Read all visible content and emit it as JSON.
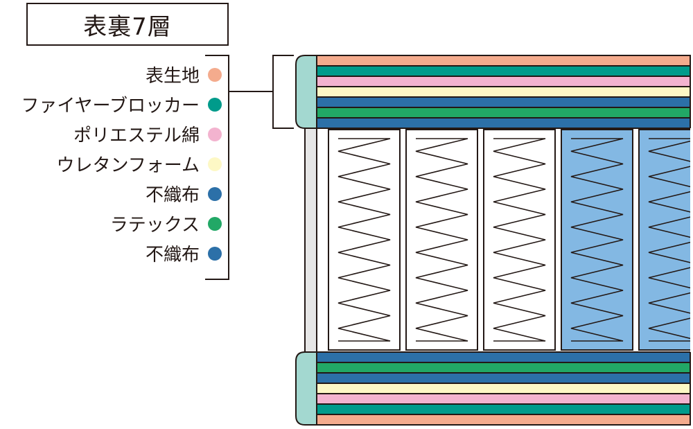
{
  "title": "表裏7層",
  "legend": [
    {
      "label": "表生地",
      "color": "#f4ab8d",
      "icon": "dot"
    },
    {
      "label": "ファイヤーブロッカー",
      "color": "#009b8b",
      "icon": "dot"
    },
    {
      "label": "ポリエステル綿",
      "color": "#f3b3cf",
      "icon": "dot"
    },
    {
      "label": "ウレタンフォーム",
      "color": "#fdf8c5",
      "icon": "dot"
    },
    {
      "label": "不織布",
      "color": "#2c70a8",
      "icon": "dot"
    },
    {
      "label": "ラテックス",
      "color": "#22a866",
      "icon": "dot"
    },
    {
      "label": "不織布",
      "color": "#2c70a8",
      "icon": "dot"
    }
  ],
  "colors": {
    "line": "#231815",
    "edge": "#a3d8d0",
    "coil_fill": "#ffffff",
    "coil_fill_highlight": "#83b8e3",
    "frame": "#e6e6e6"
  },
  "coils": {
    "count": 5,
    "highlighted": [
      4,
      5
    ]
  }
}
